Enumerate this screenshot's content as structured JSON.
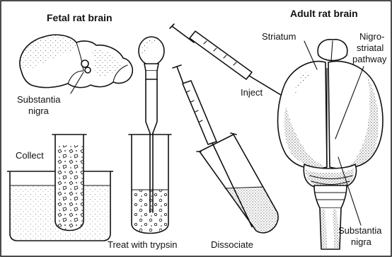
{
  "panels": {
    "fetal_title": "Fetal rat brain",
    "adult_title": "Adult rat brain"
  },
  "labels": {
    "substantia_fetal": [
      "Substantia",
      "nigra"
    ],
    "collect": "Collect",
    "treat": "Treat with trypsin",
    "dissociate": "Dissociate",
    "inject": "Inject",
    "striatum": "Striatum",
    "pathway": [
      "Nigro-",
      "striatal",
      "pathway"
    ],
    "substantia_adult": [
      "Substantia",
      "nigra"
    ]
  },
  "colors": {
    "ink": "#111111",
    "paper": "#ffffff"
  }
}
